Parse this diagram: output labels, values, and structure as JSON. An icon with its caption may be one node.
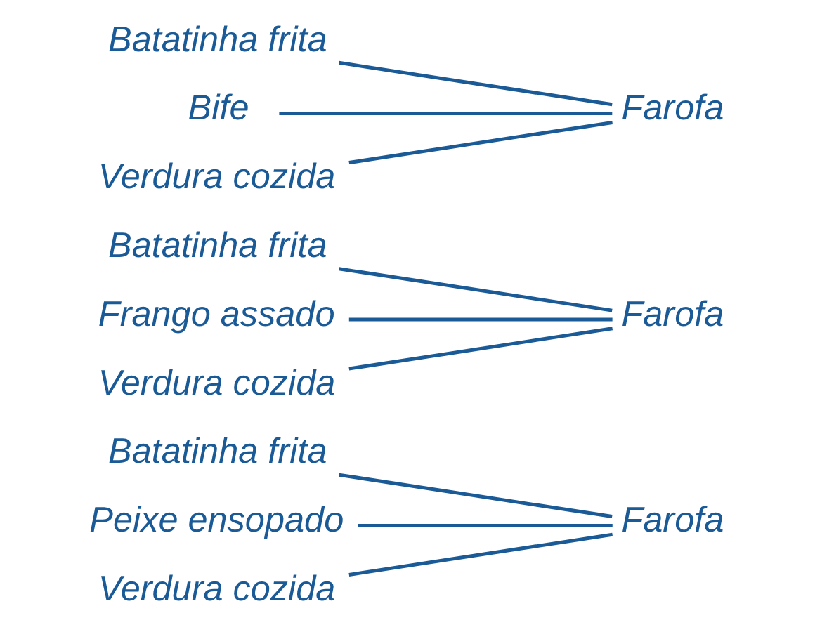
{
  "diagram": {
    "nodes": [
      {
        "text": [
          "Batatinha frita"
        ]
      },
      {
        "text": [
          "Peixe ensopado"
        ]
      },
      {
        "text": [
          "Verdura cozida"
        ]
      },
      {
        "text": [
          "Farofa"
        ]
      },
      {
        "text": [
          "Batatinha frita"
        ]
      },
      {
        "text": [
          "Frango assado"
        ]
      },
      {
        "text": [
          "Verdura cozida"
        ]
      },
      {
        "text": [
          "Farofa"
        ]
      },
      {
        "text": [
          "Batatinha frita"
        ]
      },
      {
        "text": [
          "Bife"
        ]
      },
      {
        "text": [
          "Verdura cozida"
        ]
      },
      {
        "text": [
          "Farofa"
        ]
      }
    ],
    "edges": [
      {
        "from": 0,
        "to": 3,
        "arrow": "none"
      },
      {
        "from": 1,
        "to": 3,
        "arrow": "none"
      },
      {
        "from": 2,
        "to": 3,
        "arrow": "none"
      },
      {
        "from": 4,
        "to": 7,
        "arrow": "none"
      },
      {
        "from": 5,
        "to": 7,
        "arrow": "none"
      },
      {
        "from": 6,
        "to": 7,
        "arrow": "none"
      },
      {
        "from": 8,
        "to": 11,
        "arrow": "none"
      },
      {
        "from": 9,
        "to": 11,
        "arrow": "none"
      },
      {
        "from": 10,
        "to": 11,
        "arrow": "none"
      }
    ]
  }
}
